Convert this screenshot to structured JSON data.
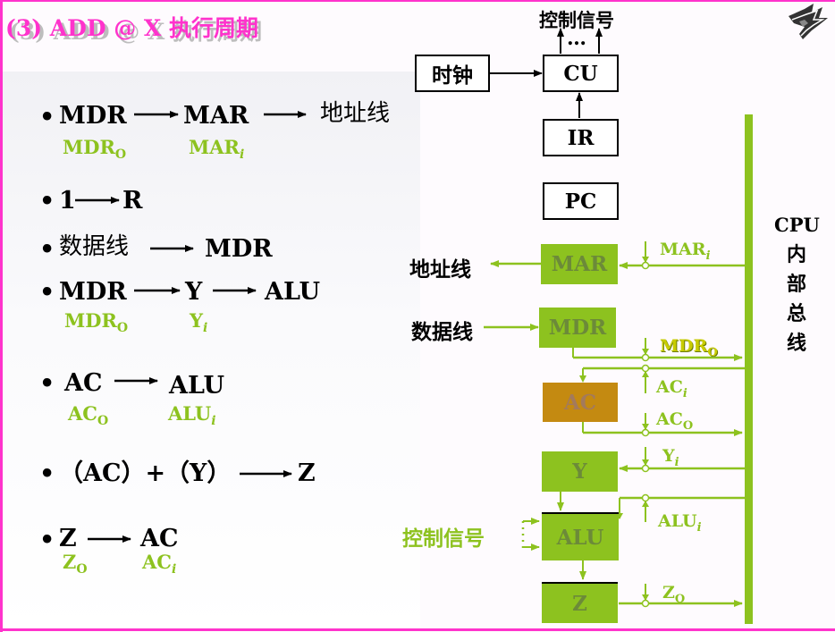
{
  "title": "(3) ADD @ X  执行周期",
  "steps": [
    {
      "text_a": "MDR",
      "text_b": "MAR",
      "text_c": "地址线",
      "sub_a": "MDR",
      "sub_a_sub": "O",
      "sub_b": "MAR",
      "sub_b_sub": "i"
    },
    {
      "text_a": "1",
      "text_b": "R"
    },
    {
      "text_a": "数据线",
      "text_b": "MDR"
    },
    {
      "text_a": "MDR",
      "text_b": "Y",
      "text_c": "ALU",
      "sub_a": "MDR",
      "sub_a_sub": "O",
      "sub_b": "Y",
      "sub_b_sub": "i"
    },
    {
      "text_a": "AC",
      "text_b": "ALU",
      "sub_a": "AC",
      "sub_a_sub": "O",
      "sub_b": "ALU",
      "sub_b_sub": "i"
    },
    {
      "text_a": "（AC）+（Y）",
      "text_b": "Z"
    },
    {
      "text_a": "Z",
      "text_b": "AC",
      "sub_a": "Z",
      "sub_a_sub": "O",
      "sub_b": "AC",
      "sub_b_sub": "i"
    }
  ],
  "bullet": "•",
  "diagram": {
    "control_signals": "控制信号",
    "ellipsis": "…",
    "clock": "时钟",
    "cu": "CU",
    "ir": "IR",
    "pc": "PC",
    "mar": "MAR",
    "mdr": "MDR",
    "ac": "AC",
    "y": "Y",
    "alu": "ALU",
    "z": "Z",
    "address_bus": "地址线",
    "data_bus": "数据线",
    "alu_control": "控制信号",
    "bus_label_en": "CPU",
    "bus_label_cn": [
      "内",
      "部",
      "总",
      "线"
    ],
    "signals": {
      "mar_i": "MAR",
      "mar_i_sub": "i",
      "mdr_o": "MDR",
      "mdr_o_sub": "O",
      "ac_i": "AC",
      "ac_i_sub": "i",
      "ac_o": "AC",
      "ac_o_sub": "O",
      "y_i": "Y",
      "y_i_sub": "i",
      "alu_i": "ALU",
      "alu_i_sub": "i",
      "z_o": "Z",
      "z_o_sub": "O"
    }
  },
  "colors": {
    "border": "#ff33cc",
    "green": "#8dc21f",
    "ac_box": "#c48a11",
    "title": "#ff33cc"
  }
}
